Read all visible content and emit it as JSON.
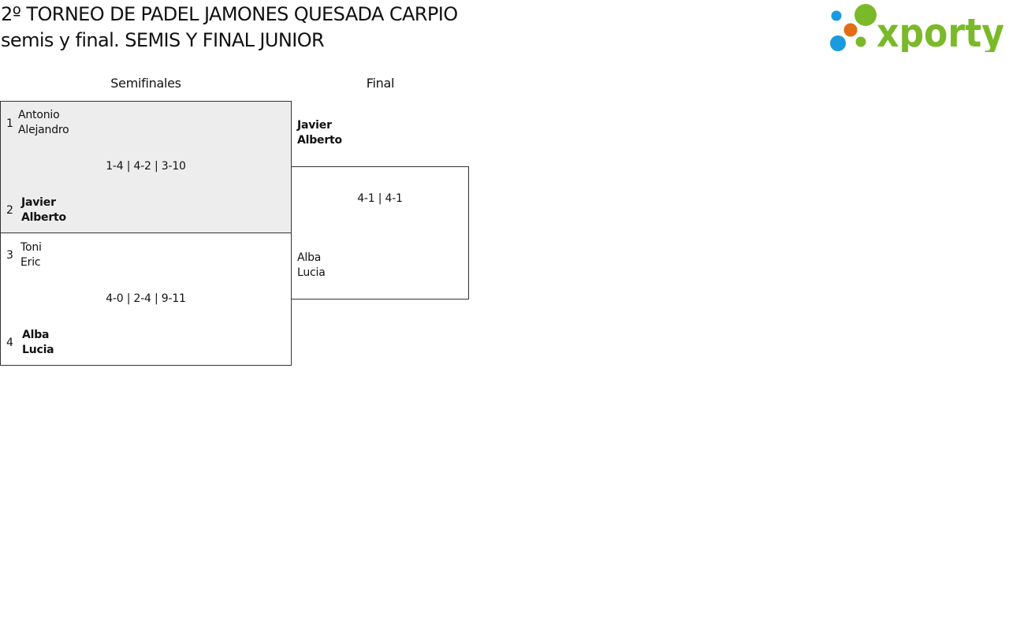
{
  "header": {
    "title_line1": "2º TORNEO DE PADEL JAMONES QUESADA CARPIO",
    "title_line2": "semis y final. SEMIS Y FINAL JUNIOR",
    "logo_text": "xporty",
    "logo_colors": {
      "green": "#7ab929",
      "blue": "#1a9be0",
      "orange": "#e46c14"
    }
  },
  "rounds": [
    {
      "label": "Semifinales"
    },
    {
      "label": "Final"
    }
  ],
  "semifinals": [
    {
      "highlighted": true,
      "team1": {
        "seed": "1",
        "player1": "Antonio",
        "player2": "Alejandro",
        "winner": false
      },
      "team2": {
        "seed": "2",
        "player1": "Javier",
        "player2": "Alberto",
        "winner": true
      },
      "score": "1-4 | 4-2 | 3-10"
    },
    {
      "highlighted": false,
      "team1": {
        "seed": "3",
        "player1": "Toni",
        "player2": "Eric",
        "winner": false
      },
      "team2": {
        "seed": "4",
        "player1": "Alba",
        "player2": "Lucia",
        "winner": true
      },
      "score": "4-0 | 2-4 | 9-11"
    }
  ],
  "final": {
    "team1": {
      "player1": "Javier",
      "player2": "Alberto",
      "winner": true
    },
    "team2": {
      "player1": "Alba",
      "player2": "Lucia",
      "winner": false
    },
    "score": "4-1 | 4-1"
  }
}
